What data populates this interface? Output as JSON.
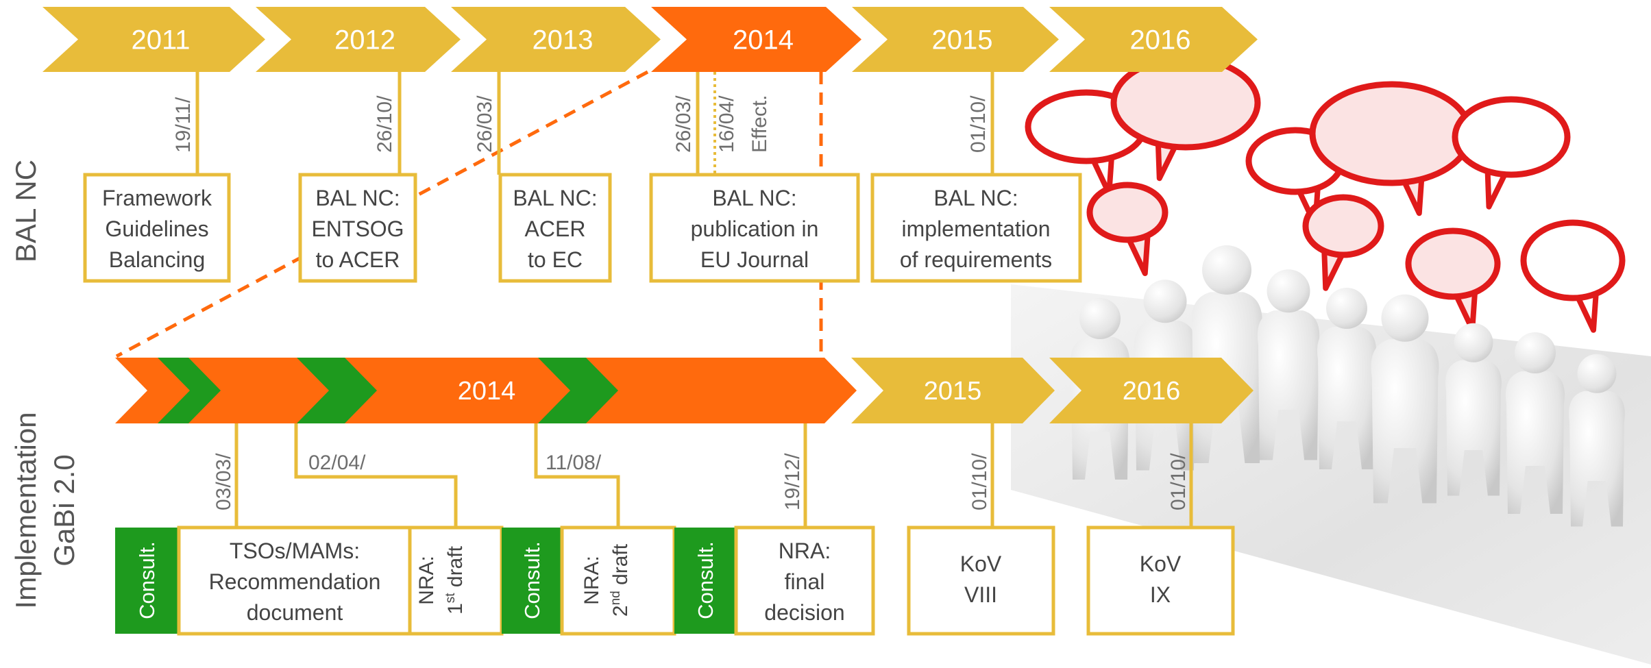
{
  "colors": {
    "gold": "#E8BC3A",
    "orange": "#FF6A0D",
    "green": "#1E9A1E",
    "grey_text": "#6E6E6E",
    "box_border": "#E8BC3A",
    "bubble_red": "#E01A1A"
  },
  "section_labels": {
    "bal_nc": "BAL NC",
    "implementation_1": "Implementation",
    "implementation_2": "GaBi 2.0"
  },
  "bal_timeline": {
    "years": [
      {
        "label": "2011",
        "highlight": false
      },
      {
        "label": "2012",
        "highlight": false
      },
      {
        "label": "2013",
        "highlight": false
      },
      {
        "label": "2014",
        "highlight": true
      },
      {
        "label": "2015",
        "highlight": false
      },
      {
        "label": "2016",
        "highlight": false
      }
    ],
    "dates": [
      {
        "label": "19/11/"
      },
      {
        "label": "26/10/"
      },
      {
        "label": "26/03/"
      },
      {
        "label": "26/03/"
      },
      {
        "label": "16/04/"
      },
      {
        "label": "Effect."
      },
      {
        "label": "01/10/"
      }
    ],
    "boxes": [
      {
        "lines": [
          "Framework",
          "Guidelines",
          "Balancing"
        ]
      },
      {
        "lines": [
          "BAL NC:",
          "ENTSOG",
          "to ACER"
        ]
      },
      {
        "lines": [
          "BAL NC:",
          "ACER",
          "to EC"
        ]
      },
      {
        "lines": [
          "BAL NC:",
          "publication in",
          "EU Journal"
        ]
      },
      {
        "lines": [
          "BAL NC:",
          "implementation",
          "of requirements"
        ]
      }
    ]
  },
  "gabi_timeline": {
    "year_main": "2014",
    "year_2015": "2015",
    "year_2016": "2016",
    "dates": [
      {
        "label": "03/03/"
      },
      {
        "label": "02/04/"
      },
      {
        "label": "11/08/"
      },
      {
        "label": "19/12/"
      },
      {
        "label": "01/10/"
      },
      {
        "label": "01/10/"
      }
    ],
    "consult_label": "Consult.",
    "boxes": {
      "tsos": [
        "TSOs/MAMs:",
        "Recommendation",
        "document"
      ],
      "nra1_line1": "NRA:",
      "nra1_num": "1",
      "nra1_sup": "st",
      "nra1_rest": " draft",
      "nra2_line1": "NRA:",
      "nra2_num": "2",
      "nra2_sup": "nd",
      "nra2_rest": " draft",
      "final": [
        "NRA:",
        "final",
        "decision"
      ],
      "kov8": [
        "KoV",
        "VIII"
      ],
      "kov9": [
        "KoV",
        "IX"
      ]
    }
  }
}
